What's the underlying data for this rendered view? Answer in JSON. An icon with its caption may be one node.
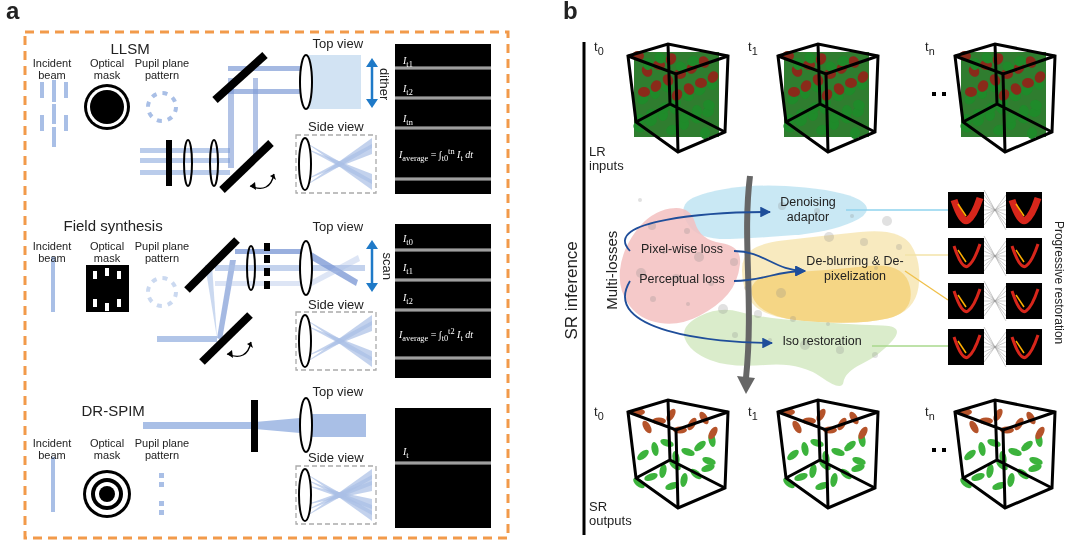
{
  "diagram": {
    "nodes": [
      {
        "text": [
          "Pixel-wise loss"
        ]
      },
      {
        "text": [
          "Perceptual loss"
        ]
      },
      {
        "text": [
          "Denoising adaptor"
        ]
      },
      {
        "text": [
          "De-blurring & De-pixelization"
        ]
      },
      {
        "text": [
          "Iso restoration"
        ]
      },
      {
        "text": [],
        "shape": "picture"
      },
      {
        "text": [],
        "shape": "picture"
      },
      {
        "text": [],
        "shape": "picture"
      },
      {
        "text": [],
        "shape": "picture"
      }
    ],
    "edges": [
      {
        "from": 0,
        "to": 2,
        "arrow": "to"
      },
      {
        "from": 0,
        "to": 3,
        "arrow": "to"
      },
      {
        "from": 1,
        "to": 3,
        "arrow": "to"
      },
      {
        "from": 1,
        "to": 4,
        "arrow": "to"
      },
      {
        "from": 2,
        "to": 5,
        "arrow": "none",
        "color": "#8fd3ee"
      },
      {
        "from": 3,
        "to": 6,
        "arrow": "none",
        "color": "#f3e3a8"
      },
      {
        "from": 3,
        "to": 7,
        "arrow": "none",
        "color": "#f0c04a"
      },
      {
        "from": 4,
        "to": 8,
        "arrow": "none",
        "color": "#a9d98c"
      }
    ],
    "labels": [
      "a",
      "LLSM",
      "Incident beam",
      "Optical mask",
      "Pupil plane pattern",
      "Top view",
      "dither",
      "Side view",
      "*I*$_{t1}$",
      "*I*$_{t2}$",
      "*I*$_{tn}$",
      "*I*$_{average}$ = ∫$_{t0}$$^{tn}$ *I*$_{t}$ *dt*",
      "Field synthesis",
      "Incident beam",
      "Optical mask",
      "Pupil plane pattern",
      "Top view",
      "scan",
      "Side view",
      "*I*$_{t0}$",
      "*I*$_{t1}$",
      "*I*$_{t2}$",
      "*I*$_{average}$ = ∫$_{t0}$$^{t2}$ *I*$_{t}$ *dt*",
      "Top view",
      "DR-SPIM",
      "Incident beam",
      "Optical mask",
      "Pupil plane pattern",
      "Side view",
      "*I*$_{t}$",
      "b",
      "t$_{0}$",
      "t$_{1}$",
      "t$_{n}$",
      "LR inputs",
      "SR inference",
      "Multi-losses",
      "Progressive restoration",
      "t$_{0}$",
      "t$_{1}$",
      "t$_{n}$",
      "SR outputs"
    ]
  }
}
